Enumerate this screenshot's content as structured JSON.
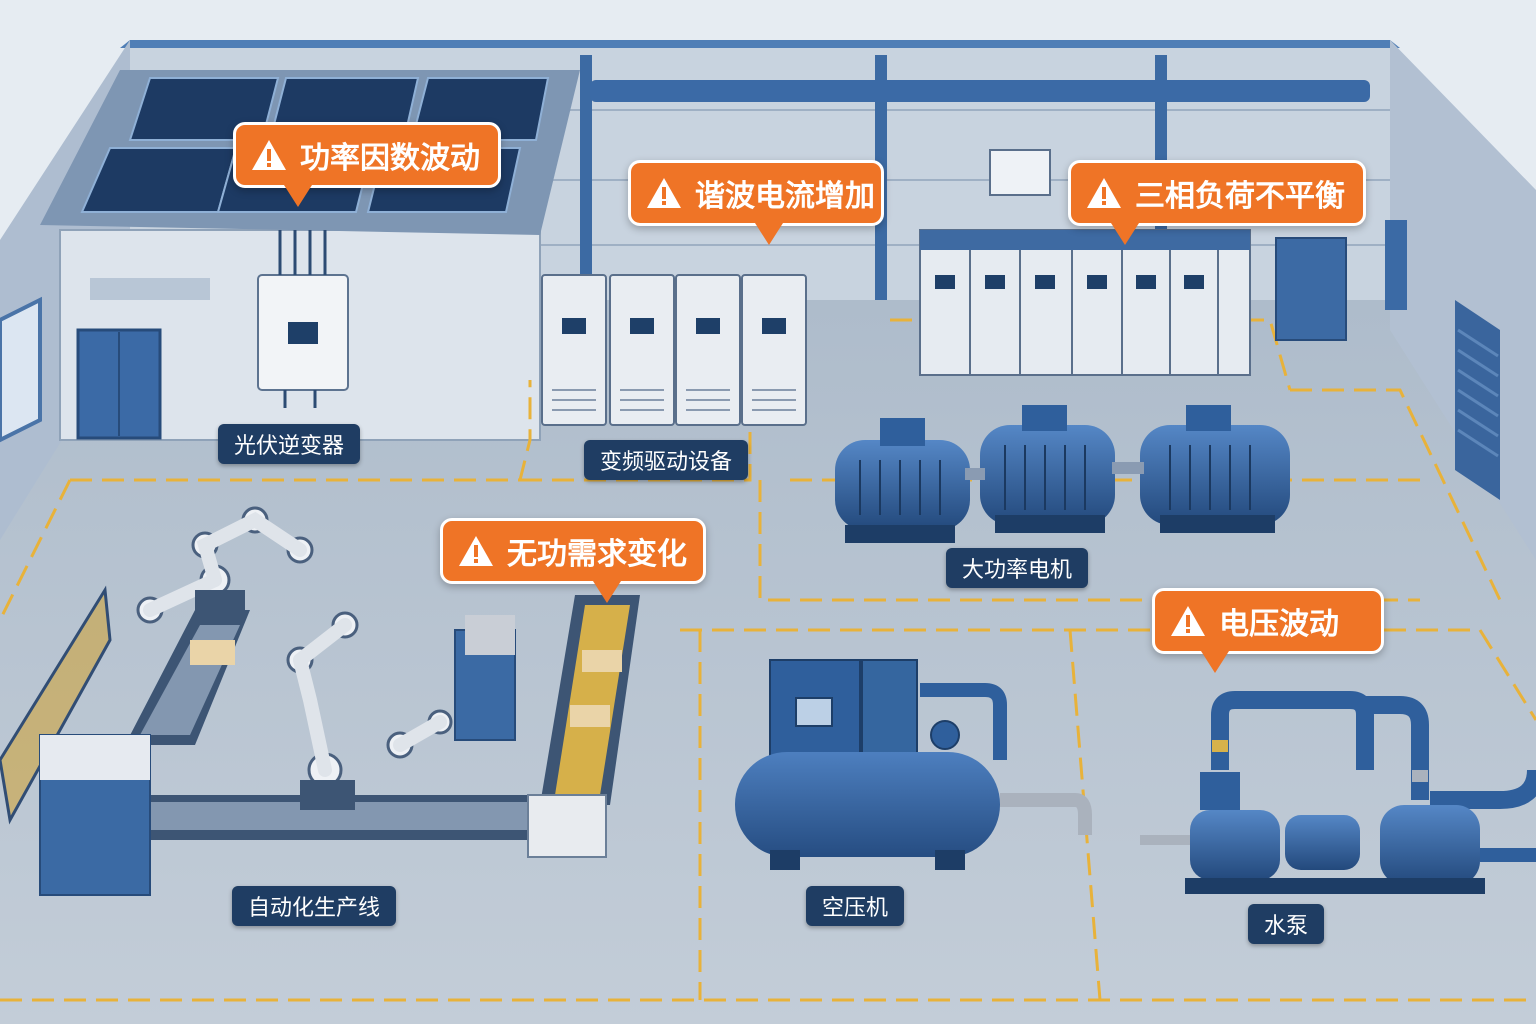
{
  "alerts": {
    "power_factor": "功率因数波动",
    "harmonic": "谐波电流增加",
    "three_phase": "三相负荷不平衡",
    "reactive": "无功需求变化",
    "voltage": "电压波动"
  },
  "equipment": {
    "pv_inverter": "光伏逆变器",
    "vfd": "变频驱动设备",
    "motor": "大功率电机",
    "production_line": "自动化生产线",
    "air_compressor": "空压机",
    "water_pump": "水泵"
  },
  "colors": {
    "alert_orange": "#ef7426",
    "label_navy": "#1f3d63",
    "equipment_blue": "#2f5f9c",
    "floor_line_yellow": "#e8b23a",
    "floor": "#c9d3de"
  },
  "icons": {
    "alert": "warning-triangle-icon"
  }
}
